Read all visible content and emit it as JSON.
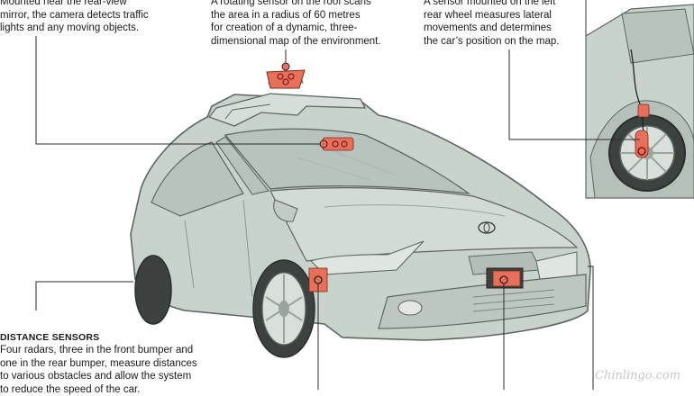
{
  "callouts": {
    "camera": {
      "text": "Mounted near the rear-view\nmirror, the camera detects traffic\nlights and any moving objects."
    },
    "roof_sensor": {
      "text": "A rotating sensor on the roof scans\nthe area in a radius of 60 metres\nfor creation of a dynamic, three-\ndimensional map of the environment."
    },
    "wheel_sensor": {
      "text": "A sensor mounted on the left\nrear wheel measures lateral\nmovements and determines\nthe car’s position on the map."
    },
    "distance_sensors": {
      "heading": "DISTANCE SENSORS",
      "text": "Four radars, three in the front bumper and\none in the rear bumper, measure distances\nto various obstacles and allow the system\nto reduce the speed of the car."
    }
  },
  "watermark": "Chinlingo.com",
  "colors": {
    "car_body": "#c9d3cd",
    "car_outline": "#5d6662",
    "glass": "#b7c4bd",
    "sensor": "#e8705a",
    "leader_line": "#2b2b2b"
  }
}
